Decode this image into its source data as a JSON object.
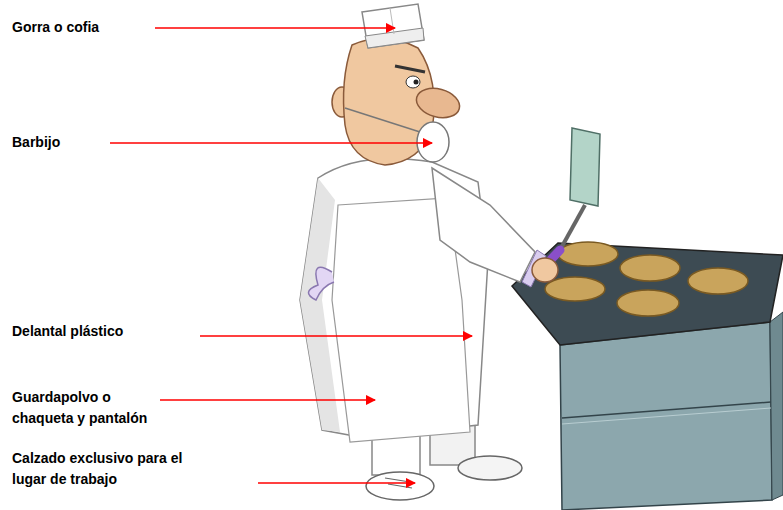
{
  "diagram": {
    "labels": [
      "Gorra o cofia",
      "Barbijo",
      "Delantal plástico",
      "Guardapolvo o chaqueta y pantalón",
      "Calzado exclusivo para el lugar de trabajo"
    ]
  }
}
